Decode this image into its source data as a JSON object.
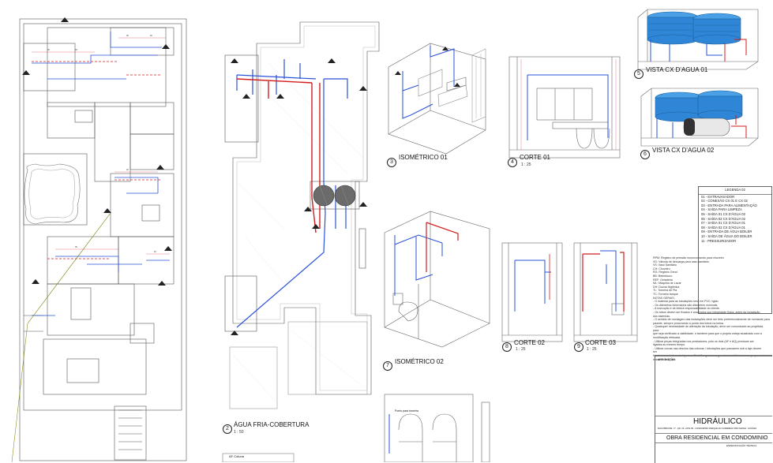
{
  "views": {
    "v2": {
      "number": "2",
      "title": "ÁGUA FRIA-COBERTURA",
      "scale": "1 : 50"
    },
    "v3": {
      "number": "3",
      "title": "ISOMÉTRICO 01"
    },
    "v4": {
      "number": "4",
      "title": "CORTE 01",
      "scale": "1 : 25"
    },
    "v5": {
      "number": "5",
      "title": "VISTA CX D'AGUA 01"
    },
    "v6": {
      "number": "6",
      "title": "VISTA CX D'AGUA 02"
    },
    "v7": {
      "number": "7",
      "title": "ISOMÉTRICO 02"
    },
    "v8": {
      "number": "8",
      "title": "CORTE 02",
      "scale": "1 : 25"
    },
    "v9": {
      "number": "9",
      "title": "CORTE 03",
      "scale": "1 : 25"
    }
  },
  "legend": {
    "title": "LEGENDA 02",
    "items": [
      "01 - EXTRAVASADOR",
      "02 - CONEXÃO CX 01 E CX 02",
      "03 - ENTRADA PARA ALIMENTAÇÃO",
      "04 - SAÍDA PARA LIMPEZA",
      "05 - SAÍDA 01 CX D'ÁGUA 02",
      "06 - SAÍDA 02 CX D'ÁGUA 02",
      "07 - SAÍDA 01 CX D'ÁGUA 01",
      "08 - SAÍDA 02 CX D'ÁGUA 01",
      "09 - ENTRADA DE ÁGUA BOILER",
      "10 - SAÍDA DE ÁGUA DO BOILER",
      "11 - PRESSURIZADOR"
    ]
  },
  "notes": {
    "lines": [
      "RPM: Registro de pressão monocomando para chuveiro",
      "VD: Válvula de descarga para vaso sanitário",
      "VS: Vaso Sanitário",
      "CH: Chuveiro",
      "RG: Registro Geral",
      "BB: Bebedouro",
      "REF: Geladeira",
      "ML: Máquina de Lavar",
      "DH: Ducha Higiênica",
      "TL: Torneira de Pia",
      "TC: Torneira tanque",
      "NOTAS GERAIS:",
      "- O material para as tubulações será em PVC rígido.",
      "- Os diâmetros informados são diâmetros nominais.",
      "- A execução é de inteira responsabilidade do cliente.",
      "- Os tubos devem ser fixados e ancorados sua integridade física, antes da instalação",
      "  dos sistemas.",
      "- O sentido de montagem das instalações deve ser feito preferencialmente de montante para",
      "  jusante, sempre procurando a ponta dos tubos na bolsa.",
      "- Quaisquer necessidade de alteração da tubulação, deve ser comunicado ao projetista,",
      "  para",
      "  que seja verificado a viabilidade, e também para que o projeto esteja atualizado com a",
      "  modificação efetuada.",
      "- Utilizar peças integradas nos prestadores, pois os dois (AF e AQ) precisam ser",
      "  ligados ao mesmo tempo.",
      "- Utilizar curvas nas desvios das colunas / tubulações que passarem sob a laje devem",
      "  ser",
      "  fixadas na estrutura da laje com Bad Manguese ou ganchos metálicos com espaçamento",
      "  máximo de 50 cm."
    ]
  },
  "title_block": {
    "label_approval": "APROVAÇÃO",
    "discipline": "HIDRÁULICO",
    "address": "RUA PRÍNCIPE, 77 - QD. 10, LOTE 09 - CONDOMÍNIO PARQUE DO CARRREGO PRO MAISIA - GOIÂNIA",
    "project": "OBRA RESIDENCIAL EM CONDOMINIO",
    "footer": "ESPECIFICAÇÃO TÉCNICA"
  },
  "annotations": {
    "bottom_note": "AF Coluna",
    "detail_note": "Ponto para torneira"
  },
  "colors": {
    "cold_pipe": "#2a52d8",
    "hot_pipe": "#d21e1e",
    "tank": "#2f86d6",
    "line": "#444444",
    "dim": "#d02020"
  }
}
